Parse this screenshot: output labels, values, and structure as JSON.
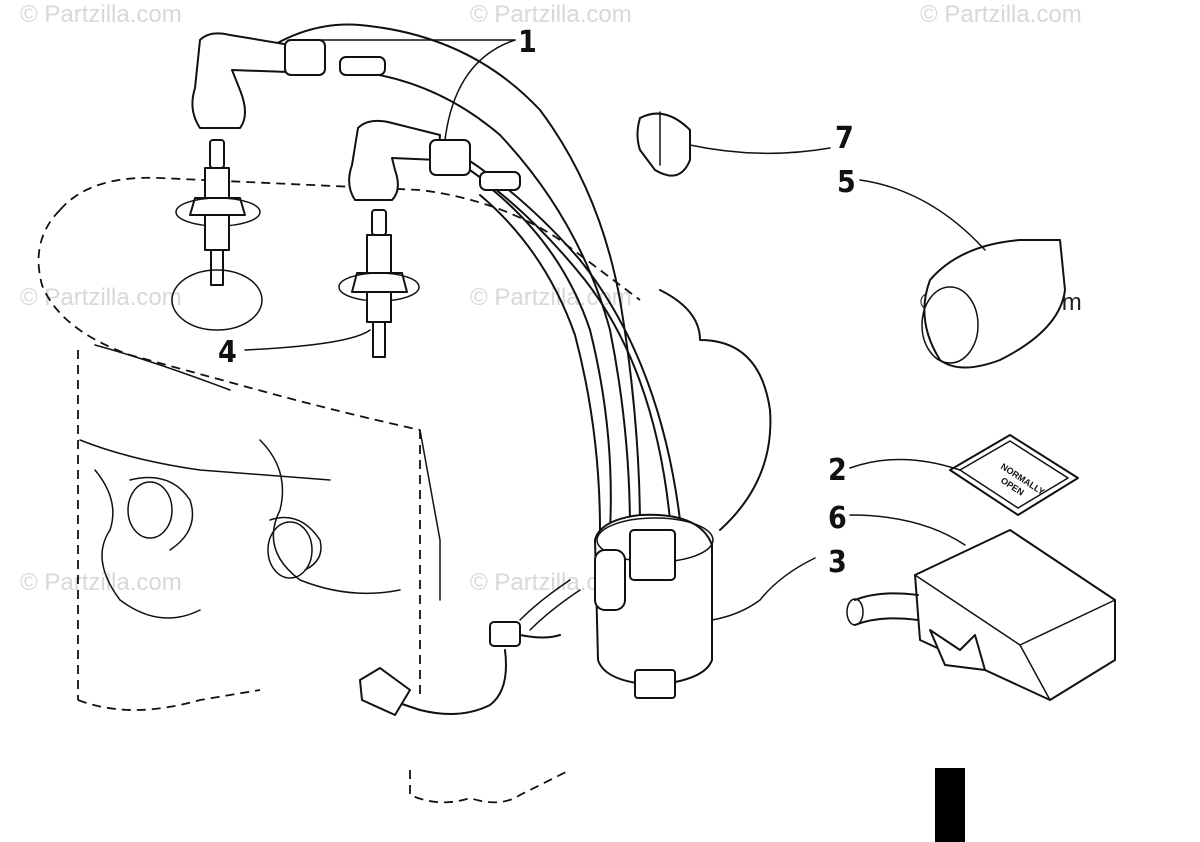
{
  "watermark": "© Partzilla.com",
  "callouts": [
    "1",
    "7",
    "5",
    "4",
    "2",
    "6",
    "3"
  ],
  "decal_text": [
    "NORMALLY",
    "OPEN"
  ]
}
